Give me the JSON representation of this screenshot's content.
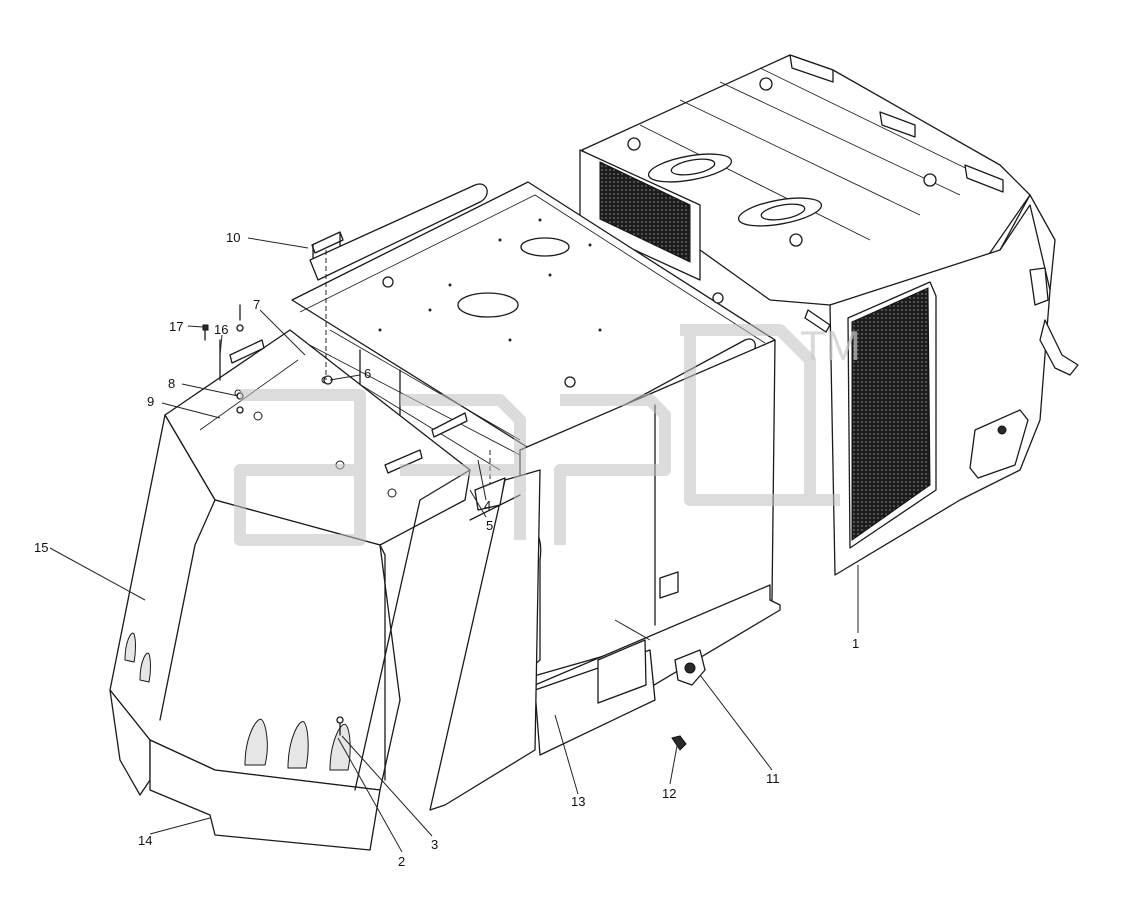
{
  "diagram": {
    "callouts": [
      "1",
      "2",
      "3",
      "4",
      "5",
      "6",
      "7",
      "8",
      "9",
      "10",
      "11",
      "12",
      "13",
      "14",
      "15",
      "16",
      "17"
    ],
    "watermark_tm": "TM"
  }
}
